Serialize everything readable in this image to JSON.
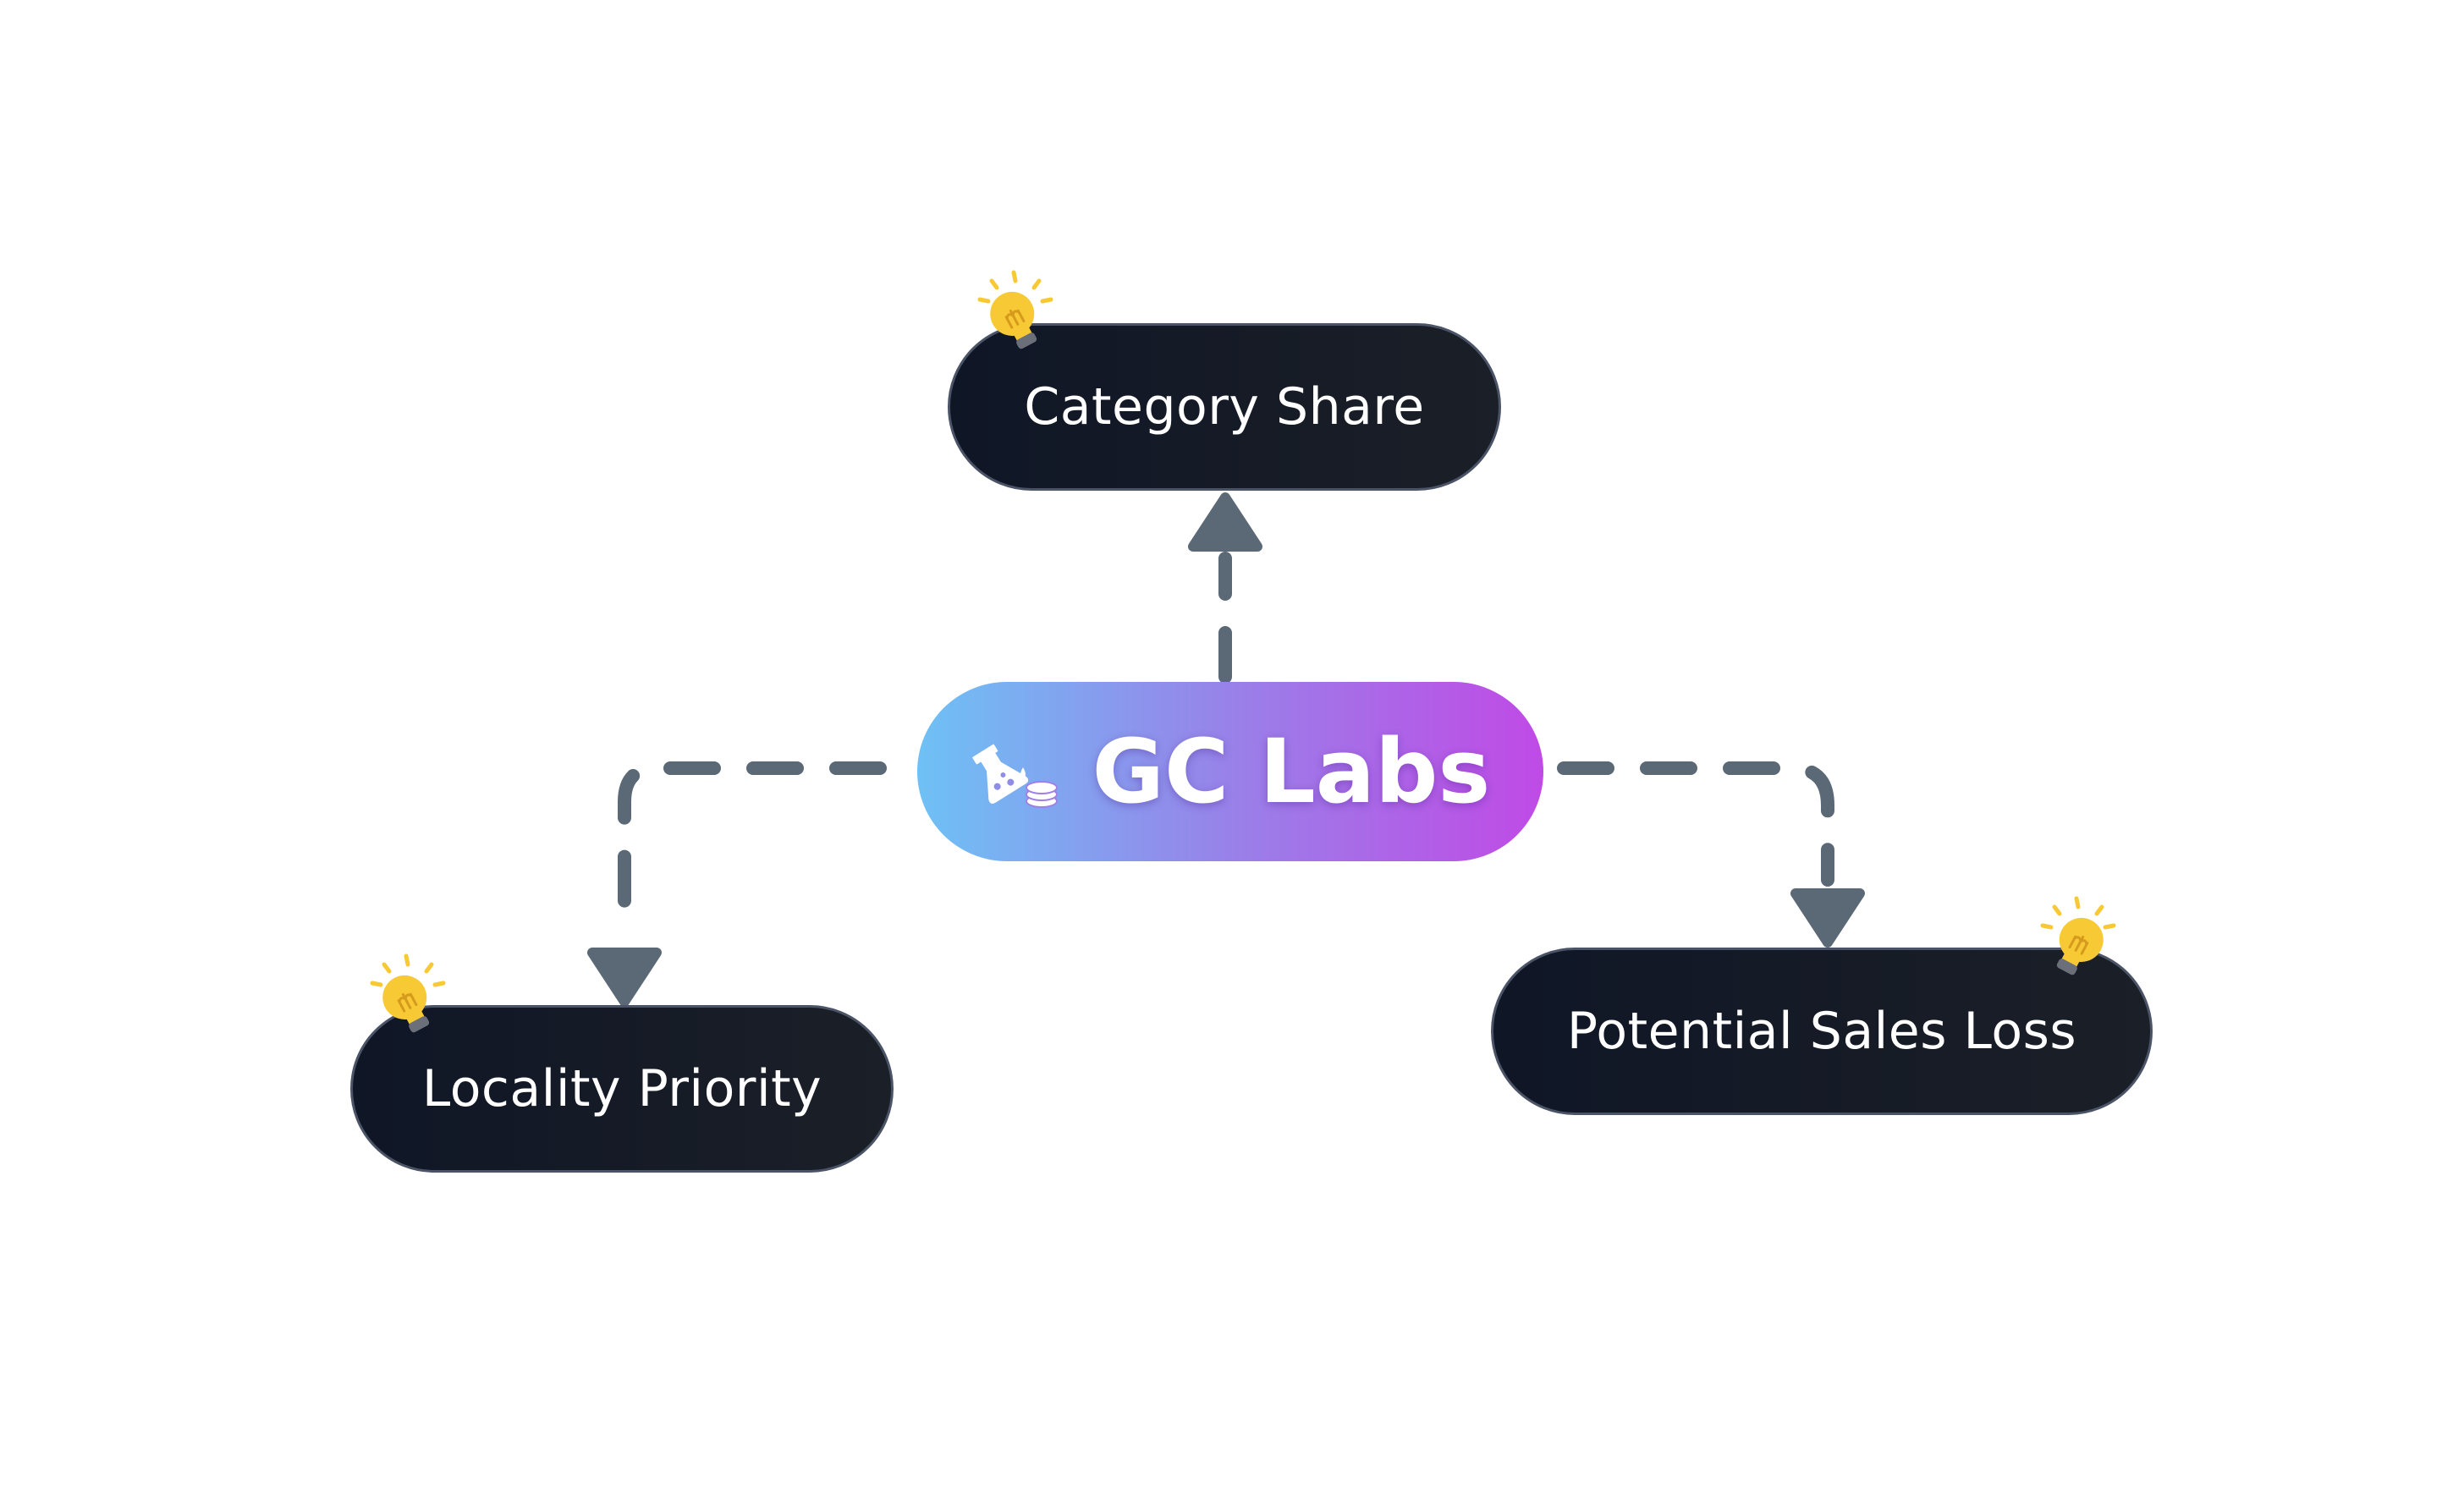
{
  "diagram": {
    "hub": {
      "label": "GC Labs",
      "icon": "flask-coins-icon",
      "gradient": [
        "#6ec1f5",
        "#9a7fe8",
        "#c04ae6"
      ]
    },
    "nodes": [
      {
        "id": "category",
        "label": "Category Share",
        "badge": "lightbulb-icon"
      },
      {
        "id": "locality",
        "label": "Locality Priority",
        "badge": "lightbulb-icon"
      },
      {
        "id": "sales",
        "label": "Potential Sales Loss",
        "badge": "lightbulb-icon"
      }
    ],
    "edges": [
      {
        "from": "hub",
        "to": "category",
        "style": "dashed"
      },
      {
        "from": "hub",
        "to": "locality",
        "style": "dashed"
      },
      {
        "from": "hub",
        "to": "sales",
        "style": "dashed"
      }
    ],
    "colors": {
      "node_fill": "#111827",
      "node_border": "#4b5466",
      "connector": "#5a6975",
      "bulb": "#f6c935"
    }
  }
}
